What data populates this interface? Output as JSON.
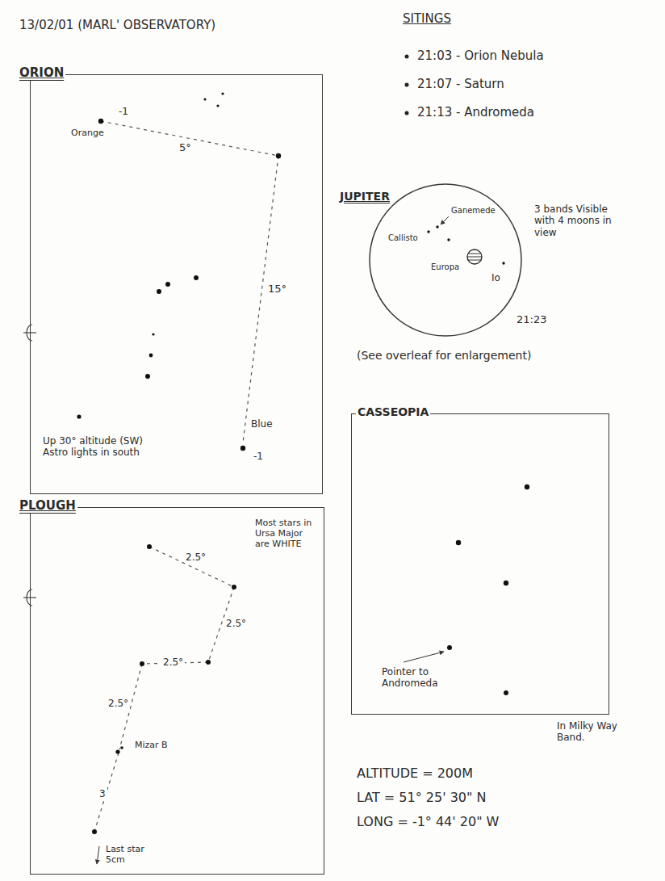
{
  "diagram": {
    "title": "13/02/01 (MARL' OBSERVATORY)",
    "nodes": [
      {
        "text": [
          "ORION",
          "Up 30° altitude (SW) Astro lights in south"
        ]
      },
      {
        "text": [
          "JUPITER",
          "Ganemede",
          "Callisto",
          "Europa",
          "Io"
        ]
      },
      {
        "text": [
          "CASSEOPIA",
          "Pointer to Andromeda"
        ]
      },
      {
        "text": [
          "PLOUGH",
          "Most stars in Ursa Major are WHITE",
          "Mizar B",
          "Last star 5cm"
        ]
      }
    ],
    "labels": [
      "SITINGS",
      "21:03 - Orion Nebula",
      "21:07 - Saturn",
      "21:13 - Andromeda",
      "-1",
      "Orange",
      "5°",
      "15°",
      "Blue",
      "-1",
      "3 bands Visible with 4 moons in view",
      "21:23",
      "(See overleaf for enlargement)",
      "In Milky Way Band.",
      "2.5°",
      "2.5°",
      "2.5°",
      "2.5°",
      "3",
      "ALTITUDE = 200M",
      "LAT = 51° 25' 30\" N",
      "LONG = -1° 44' 20\" W"
    ]
  }
}
